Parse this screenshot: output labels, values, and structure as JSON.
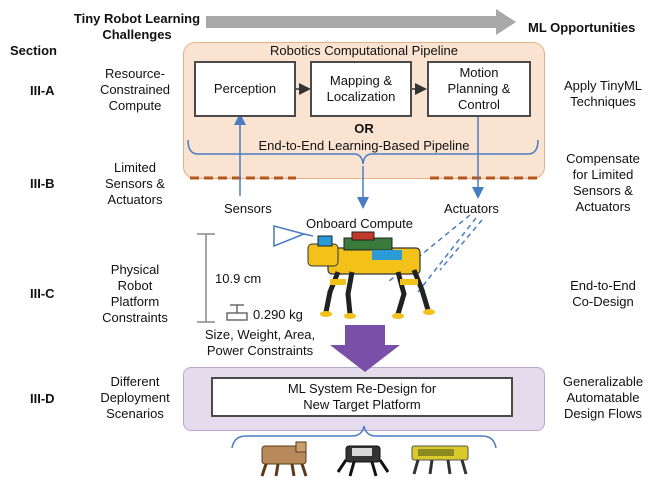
{
  "header": {
    "left": "Tiny Robot Learning\nChallenges",
    "right": "ML Opportunities",
    "section": "Section"
  },
  "rows": [
    {
      "section": "III-A",
      "challenge": "Resource-\nConstrained\nCompute",
      "opportunity": "Apply TinyML\nTechniques"
    },
    {
      "section": "III-B",
      "challenge": "Limited\nSensors &\nActuators",
      "opportunity": "Compensate\nfor Limited\nSensors &\nActuators"
    },
    {
      "section": "III-C",
      "challenge": "Physical\nRobot\nPlatform\nConstraints",
      "opportunity": "End-to-End\nCo-Design"
    },
    {
      "section": "III-D",
      "challenge": "Different\nDeployment\nScenarios",
      "opportunity": "Generalizable\nAutomatable\nDesign Flows"
    }
  ],
  "pipeline": {
    "title": "Robotics Computational Pipeline",
    "stages": [
      "Perception",
      "Mapping &\nLocalization",
      "Motion\nPlanning &\nControl"
    ],
    "or_label": "OR",
    "alt_title": "End-to-End Learning-Based Pipeline"
  },
  "labels": {
    "sensors": "Sensors",
    "onboard": "Onboard Compute",
    "actuators": "Actuators",
    "height": "10.9 cm",
    "weight": "0.290 kg",
    "constraints": "Size, Weight, Area,\nPower Constraints"
  },
  "redesign": {
    "box": "ML System Re-Design for\nNew Target Platform"
  },
  "colors": {
    "pipeline_bg": "#fbe3d1",
    "redesign_bg": "#e4dcec",
    "arrow_blue": "#4a7cc4",
    "purple_arrow": "#7a4fa8",
    "sensor_dash": "#b5561a",
    "header_arrow": "#a8a8a8"
  }
}
